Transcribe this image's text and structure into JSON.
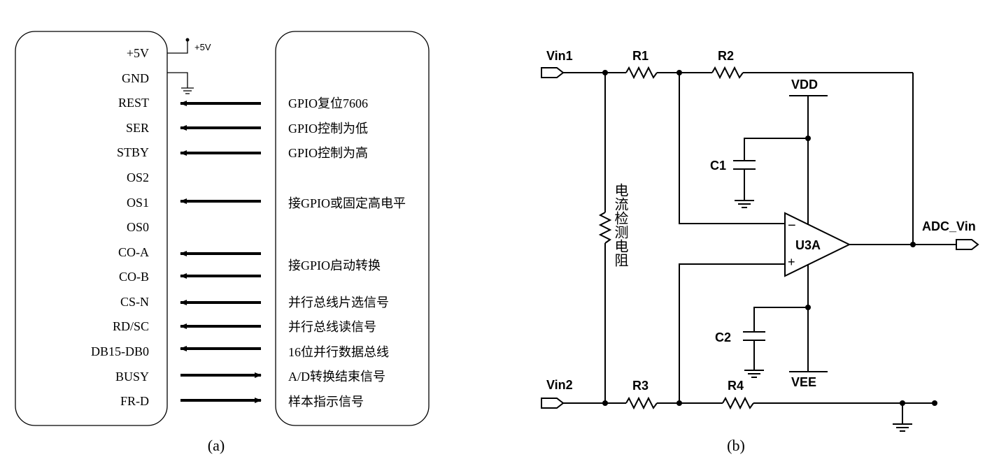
{
  "panel_a": {
    "caption": "(a)",
    "supply_label": "+5V",
    "pins": [
      "+5V",
      "GND",
      "REST",
      "SER",
      "STBY",
      "OS2",
      "OS1",
      "OS0",
      "CO-A",
      "CO-B",
      "CS-N",
      "RD/SC",
      "DB15-DB0",
      "BUSY",
      "FR-D"
    ],
    "signals": [
      "GPIO复位7606",
      "GPIO控制为低",
      "GPIO控制为高",
      "接GPIO或固定高电平",
      "接GPIO启动转换",
      "并行总线片选信号",
      "并行总线读信号",
      "16位并行数据总线",
      "A/D转换结束信号",
      "样本指示信号"
    ]
  },
  "panel_b": {
    "caption": "(b)",
    "labels": {
      "vin1": "Vin1",
      "vin2": "Vin2",
      "r1": "R1",
      "r2": "R2",
      "r3": "R3",
      "r4": "R4",
      "c1": "C1",
      "c2": "C2",
      "vdd": "VDD",
      "vee": "VEE",
      "opamp": "U3A",
      "minus": "−",
      "plus": "+",
      "output": "ADC_Vin",
      "sense_resistor": "电流检测电阻"
    }
  }
}
